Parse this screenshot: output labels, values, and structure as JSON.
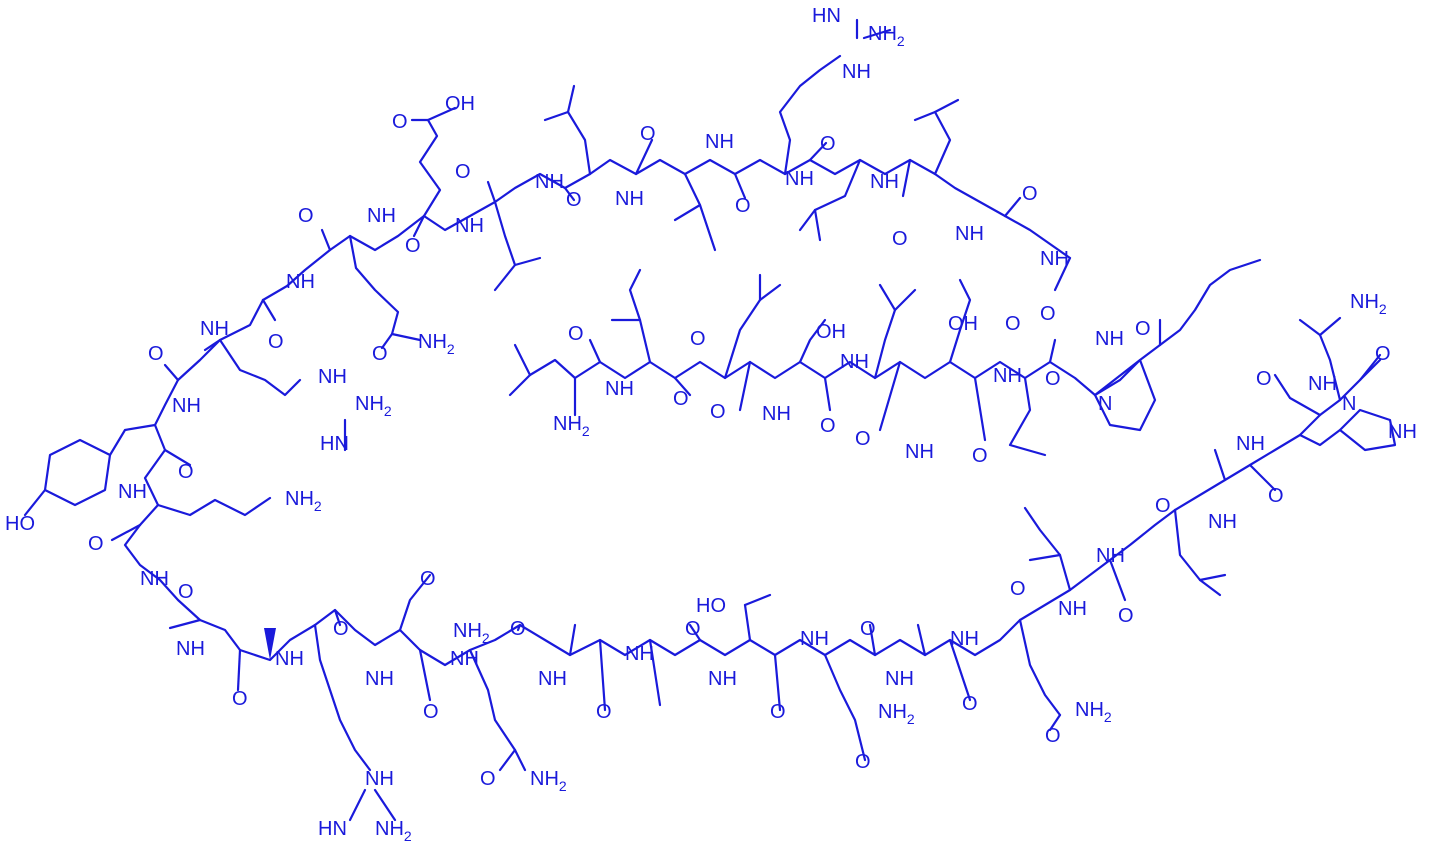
{
  "labels": {
    "a01": "NH",
    "a01_sub": "NH",
    "a02": "NH",
    "a03": "NH",
    "a04": "O",
    "a05": "OH",
    "a06": "O",
    "a07": "O",
    "a08": "NH",
    "a09": "O",
    "a10": "NH",
    "a11": "O",
    "a12": "NH",
    "a13": "O",
    "a14": "NH",
    "a15": "O",
    "a16": "NH",
    "a17": "O",
    "a18": "NH",
    "a19": "O",
    "a20": "NH",
    "a21": "O",
    "a22": "NH",
    "a23": "O",
    "a24": "NH",
    "a25": "O",
    "a26": "NH",
    "a27": "NH",
    "a28": "O",
    "a29": "NH",
    "a30": "O",
    "a31": "NH",
    "a32": "O",
    "a33": "NH",
    "a34": "O",
    "a35": "HO",
    "a36": "NH",
    "a37": "NH",
    "a38": "O",
    "a39": "NH",
    "a40": "O",
    "a41": "NH",
    "a42": "NH",
    "a43": "O",
    "a44": "NH",
    "a45": "O",
    "a46": "NH",
    "a47": "O",
    "a48": "O",
    "a49": "NH",
    "a50": "O",
    "a51": "NH",
    "a52": "O",
    "a53": "NH",
    "a54": "O",
    "a55": "HO",
    "a56": "NH",
    "a57": "O",
    "a58": "NH",
    "a59": "O",
    "a60": "N",
    "a61": "O",
    "a62": "NH",
    "a63": "NH",
    "a64": "O",
    "a65": "OH",
    "a66": "NH",
    "a67": "O",
    "a68": "NH",
    "a69": "O",
    "a70": "NH",
    "a71": "NH",
    "a72": "N",
    "a73": "NH",
    "a74": "O",
    "a75": "NH",
    "a76": "O",
    "a77": "NH",
    "a78": "O",
    "a79": "NH",
    "a80": "O",
    "a81": "NH",
    "a82": "O",
    "a83": "NH",
    "a84": "O",
    "a85": "NH",
    "a86": "O",
    "a87": "NH",
    "a88": "O",
    "a89": "NH",
    "a90": "NH",
    "a91": "O",
    "a92": "NH",
    "a93": "O",
    "a94": "NH",
    "a95": "O",
    "a96": "NH",
    "a97": "O",
    "a98": "NH",
    "a99": "O",
    "a100": "NH",
    "a101": "O",
    "a102": "NH",
    "a103": "O",
    "a104": "HO",
    "a105": "NH",
    "a106": "O",
    "a107": "NH",
    "a108": "O",
    "a109": "O",
    "a110": "NH",
    "a111": "O",
    "a112": "NH",
    "a113": "NH",
    "a114": "HN",
    "a115": "NH",
    "a116": "O",
    "a117": "NH",
    "a118": "O",
    "a119": "O",
    "a120": "NH",
    "a121": "O",
    "a122": "NH",
    "a123": "NH",
    "a124": "NH",
    "a125": "NH",
    "a126": "O"
  },
  "text": {
    "guan_top_hn": "HN",
    "guan_top_nh2": "NH",
    "guan_top_nh": "NH",
    "oh_top": "OH",
    "o_top": "O",
    "nh2_gln1": "NH",
    "guan_mid_nh2": "NH",
    "guan_mid_hn": "HN",
    "nh2_lys": "NH",
    "ho_tyr": "HO",
    "nh2_nterm": "NH",
    "oh_ser": "OH",
    "oh_asp": "OH",
    "nh2_cterm": "NH",
    "nh_his": "NH",
    "nh2_asn1": "NH",
    "nh2_gln2": "NH",
    "guan_bot_nh": "NH",
    "guan_bot_hn": "HN",
    "guan_bot_nh2": "NH",
    "ho_thr": "HO",
    "nh2_asn2": "NH",
    "nh2_gln3": "NH",
    "sub2": "2"
  }
}
